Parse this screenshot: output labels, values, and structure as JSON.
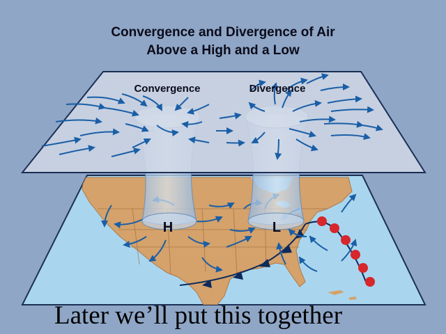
{
  "title_line1": "Convergence and Divergence of Air",
  "title_line2": "Above a High and a Low",
  "label_convergence": "Convergence",
  "label_divergence": "Divergence",
  "label_high": "H",
  "label_low": "L",
  "caption": "Later we’ll put this together",
  "colors": {
    "background": "#8fa6c6",
    "upper_plane": "#d2d9e6",
    "ocean": "#a9d6ee",
    "land": "#d4a26a",
    "arrows": "#1a5ea6",
    "cold_front": "#0d2a5c",
    "warm_front": "#d7262c"
  },
  "icons": [
    "arrow-icon",
    "cold-front-triangle-icon",
    "warm-front-semicircle-icon"
  ]
}
